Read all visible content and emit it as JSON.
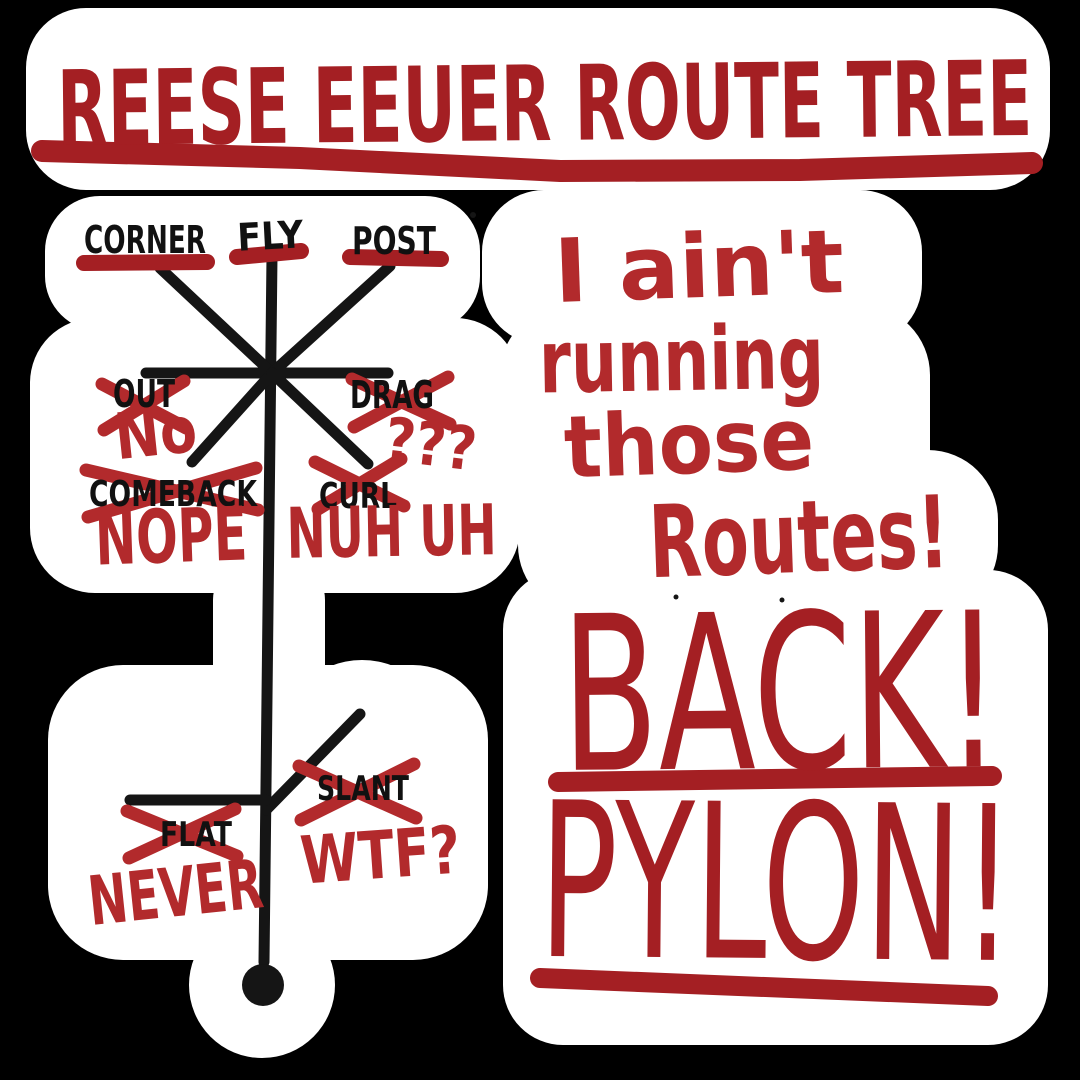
{
  "title": {
    "text": "REESE EEUER ROUTE TREE"
  },
  "route_tree": {
    "labels": {
      "corner": "CORNER",
      "fly": "FLY",
      "post": "POST",
      "out": "OUT",
      "drag": "DRAG",
      "comeback": "COMEBACK",
      "curl": "CURL",
      "slant": "SLANT",
      "flat": "FLAT"
    },
    "rejections": {
      "out": "No",
      "drag": "???",
      "comeback": "NOPE",
      "curl": "NUH UH",
      "slant": "WTF?",
      "flat": "NEVER"
    }
  },
  "speech": {
    "line1": "I ain't",
    "line2": "running",
    "line3": "those",
    "line4": "Routes!"
  },
  "shout": {
    "line1": "BACK!",
    "line2": "PYLON!"
  },
  "colors": {
    "background": "#000000",
    "sticker_white": "#ffffff",
    "marker_red_dark": "#a41f23",
    "marker_red_bright": "#b22a2c",
    "marker_black": "#151515"
  }
}
